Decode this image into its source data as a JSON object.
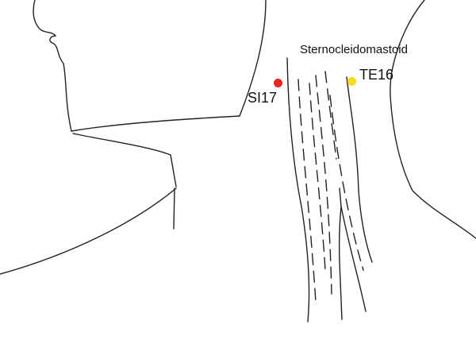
{
  "labels": {
    "muscle": "Sternocleidomastoid",
    "point_si17": "SI17",
    "point_te16": "TE16"
  },
  "colors": {
    "si17": "#e8281e",
    "te16": "#f5dc1c",
    "line": "#222222"
  }
}
